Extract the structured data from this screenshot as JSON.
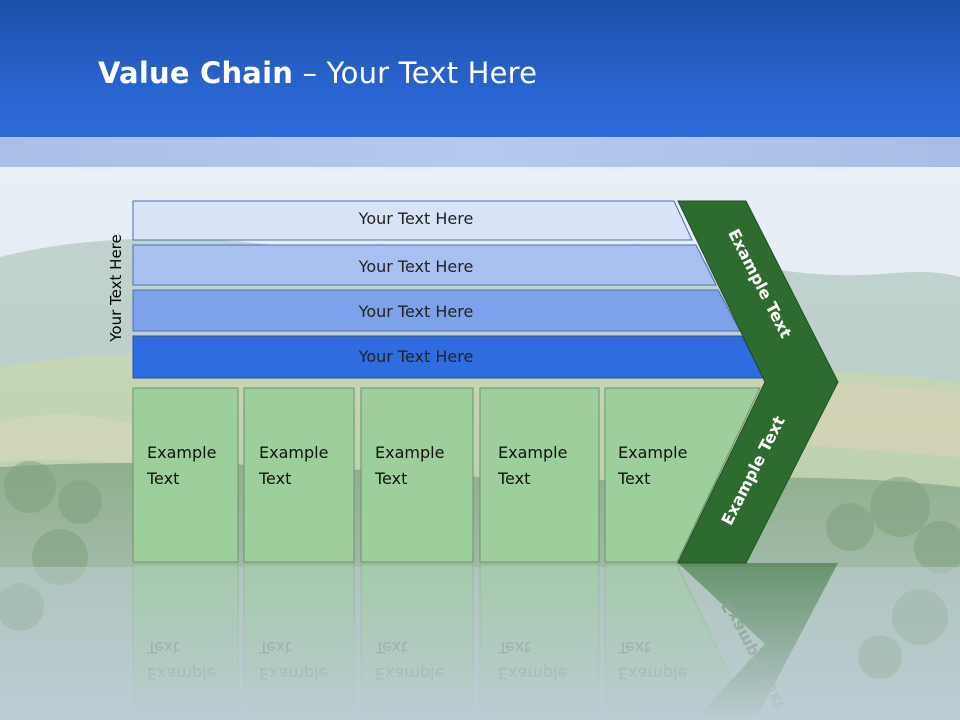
{
  "title": {
    "bold": "Value Chain",
    "rest": " – Your Text Here"
  },
  "side_label": "Your Text Here",
  "bands": [
    {
      "label": "Your Text Here",
      "color": "#d9e3f8"
    },
    {
      "label": "Your Text Here",
      "color": "#a9c1f1"
    },
    {
      "label": "Your Text Here",
      "color": "#7ea2ea"
    },
    {
      "label": "Your Text Here",
      "color": "#2f6ce0"
    }
  ],
  "boxes": [
    {
      "line1": "Example",
      "line2": "Text"
    },
    {
      "line1": "Example",
      "line2": "Text"
    },
    {
      "line1": "Example",
      "line2": "Text"
    },
    {
      "line1": "Example",
      "line2": "Text"
    },
    {
      "line1": "Example",
      "line2": "Text"
    }
  ],
  "chevron": {
    "upper_label": "Example Text",
    "lower_label": "Example Text",
    "color": "#2e6b2e"
  },
  "colors": {
    "box_fill": "#9dcf9d",
    "header_blue": "#2a66d2"
  }
}
